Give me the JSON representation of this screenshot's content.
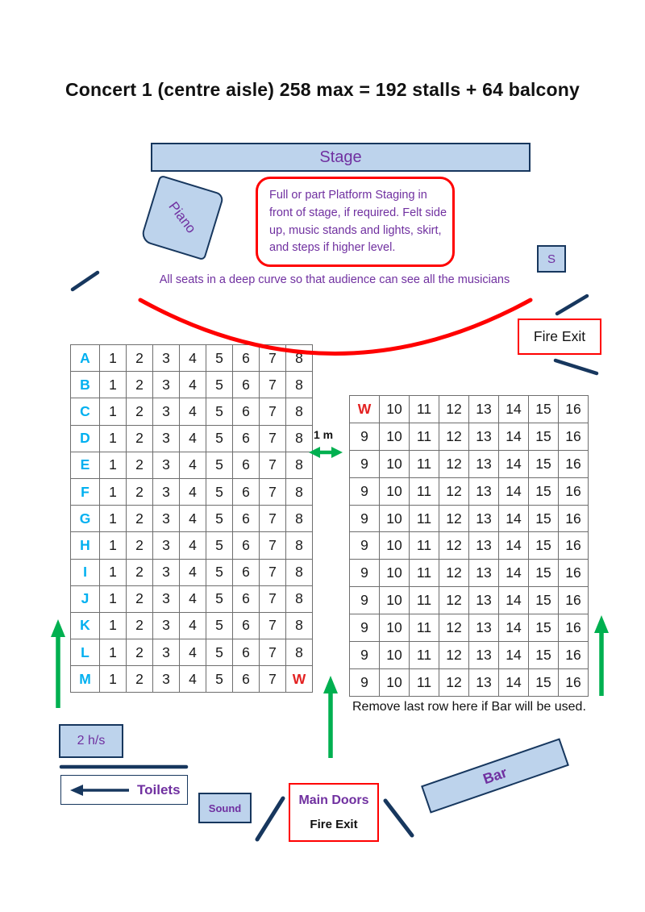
{
  "title": "Concert 1 (centre aisle) 258 max = 192 stalls + 64 balcony",
  "stage": {
    "label": "Stage"
  },
  "piano": {
    "label": "Piano"
  },
  "platform_note": "Full or part Platform Staging in front of stage, if required. Felt side up, music stands and lights, skirt, and steps if higher level.",
  "speaker_box": {
    "label": "S"
  },
  "curve_note": "All seats in a deep curve so that audience can see all the musicians",
  "fire_exit_side": {
    "label": "Fire Exit"
  },
  "aisle_gap": {
    "label": "1 m"
  },
  "stalls_left": {
    "rows": [
      {
        "letter": "A",
        "seats": [
          "1",
          "2",
          "3",
          "4",
          "5",
          "6",
          "7",
          "8"
        ]
      },
      {
        "letter": "B",
        "seats": [
          "1",
          "2",
          "3",
          "4",
          "5",
          "6",
          "7",
          "8"
        ]
      },
      {
        "letter": "C",
        "seats": [
          "1",
          "2",
          "3",
          "4",
          "5",
          "6",
          "7",
          "8"
        ]
      },
      {
        "letter": "D",
        "seats": [
          "1",
          "2",
          "3",
          "4",
          "5",
          "6",
          "7",
          "8"
        ]
      },
      {
        "letter": "E",
        "seats": [
          "1",
          "2",
          "3",
          "4",
          "5",
          "6",
          "7",
          "8"
        ]
      },
      {
        "letter": "F",
        "seats": [
          "1",
          "2",
          "3",
          "4",
          "5",
          "6",
          "7",
          "8"
        ]
      },
      {
        "letter": "G",
        "seats": [
          "1",
          "2",
          "3",
          "4",
          "5",
          "6",
          "7",
          "8"
        ]
      },
      {
        "letter": "H",
        "seats": [
          "1",
          "2",
          "3",
          "4",
          "5",
          "6",
          "7",
          "8"
        ]
      },
      {
        "letter": "I",
        "seats": [
          "1",
          "2",
          "3",
          "4",
          "5",
          "6",
          "7",
          "8"
        ]
      },
      {
        "letter": "J",
        "seats": [
          "1",
          "2",
          "3",
          "4",
          "5",
          "6",
          "7",
          "8"
        ]
      },
      {
        "letter": "K",
        "seats": [
          "1",
          "2",
          "3",
          "4",
          "5",
          "6",
          "7",
          "8"
        ]
      },
      {
        "letter": "L",
        "seats": [
          "1",
          "2",
          "3",
          "4",
          "5",
          "6",
          "7",
          "8"
        ]
      },
      {
        "letter": "M",
        "seats": [
          "1",
          "2",
          "3",
          "4",
          "5",
          "6",
          "7",
          "W"
        ]
      }
    ]
  },
  "stalls_right": {
    "rows": [
      {
        "seats": [
          "W",
          "10",
          "11",
          "12",
          "13",
          "14",
          "15",
          "16"
        ]
      },
      {
        "seats": [
          "9",
          "10",
          "11",
          "12",
          "13",
          "14",
          "15",
          "16"
        ]
      },
      {
        "seats": [
          "9",
          "10",
          "11",
          "12",
          "13",
          "14",
          "15",
          "16"
        ]
      },
      {
        "seats": [
          "9",
          "10",
          "11",
          "12",
          "13",
          "14",
          "15",
          "16"
        ]
      },
      {
        "seats": [
          "9",
          "10",
          "11",
          "12",
          "13",
          "14",
          "15",
          "16"
        ]
      },
      {
        "seats": [
          "9",
          "10",
          "11",
          "12",
          "13",
          "14",
          "15",
          "16"
        ]
      },
      {
        "seats": [
          "9",
          "10",
          "11",
          "12",
          "13",
          "14",
          "15",
          "16"
        ]
      },
      {
        "seats": [
          "9",
          "10",
          "11",
          "12",
          "13",
          "14",
          "15",
          "16"
        ]
      },
      {
        "seats": [
          "9",
          "10",
          "11",
          "12",
          "13",
          "14",
          "15",
          "16"
        ]
      },
      {
        "seats": [
          "9",
          "10",
          "11",
          "12",
          "13",
          "14",
          "15",
          "16"
        ]
      },
      {
        "seats": [
          "9",
          "10",
          "11",
          "12",
          "13",
          "14",
          "15",
          "16"
        ]
      }
    ]
  },
  "bar_row_note": "Remove last row here if Bar will be used.",
  "hearing_support": {
    "label": "2 h/s"
  },
  "toilets": {
    "label": "Toilets"
  },
  "sound_desk": {
    "label": "Sound"
  },
  "main_doors": {
    "title": "Main Doors",
    "subtitle": "Fire Exit"
  },
  "bar": {
    "label": "Bar"
  },
  "colors": {
    "box_fill": "#bdd3ec",
    "navy": "#17375e",
    "purple": "#7030a0",
    "red": "#ff0000",
    "wheelchair_red": "#e32222",
    "seat_letter_blue": "#00b0f0",
    "green": "#00b050",
    "grid_line": "#6e6e6e"
  }
}
